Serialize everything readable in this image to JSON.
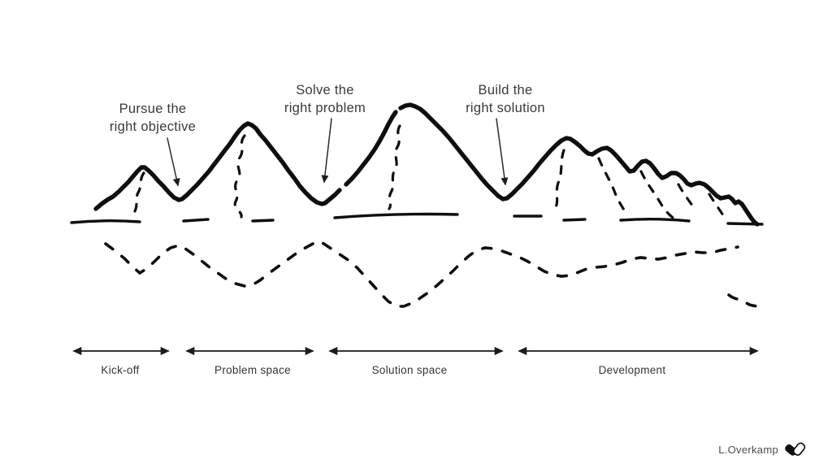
{
  "diagram": {
    "annotations": [
      {
        "text": "Pursue the\nright objective"
      },
      {
        "text": "Solve the\nright problem"
      },
      {
        "text": "Build the\nright solution"
      }
    ],
    "phases": [
      {
        "label": "Kick-off"
      },
      {
        "label": "Problem space"
      },
      {
        "label": "Solution space"
      },
      {
        "label": "Development"
      }
    ]
  },
  "credit": {
    "name": "L.Overkamp",
    "logo_icon": "heart-logo"
  },
  "colors": {
    "ink": "#0f0f0f",
    "annotation_text": "#3a3a3a",
    "phase_text": "#333333",
    "credit_text": "#4a4a4a",
    "background": "#ffffff"
  }
}
